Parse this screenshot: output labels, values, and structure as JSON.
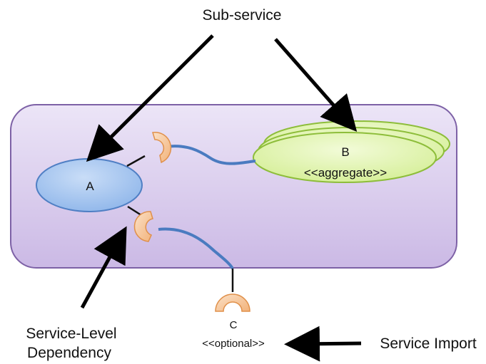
{
  "labels": {
    "sub_service": "Sub-service",
    "service_level_line1": "Service-Level",
    "service_level_line2": "Dependency",
    "service_import": "Service Import"
  },
  "nodes": {
    "a": {
      "name": "A"
    },
    "b": {
      "name": "B",
      "stereotype": "<<aggregate>>"
    },
    "c": {
      "name": "C",
      "stereotype": "<<optional>>"
    }
  },
  "colors": {
    "container_fill_top": "#e9e1f5",
    "container_fill_bottom": "#cdbce6",
    "container_stroke": "#7d61a6",
    "node_a_fill": "#a9c8ef",
    "node_a_stroke": "#4f7fc4",
    "node_b_fill": "#e4f5b8",
    "node_b_stroke": "#8dbd3a",
    "socket_fill": "#f7c79a",
    "socket_stroke": "#e0904a",
    "wire": "#4f7fc4",
    "arrow": "#000000"
  }
}
